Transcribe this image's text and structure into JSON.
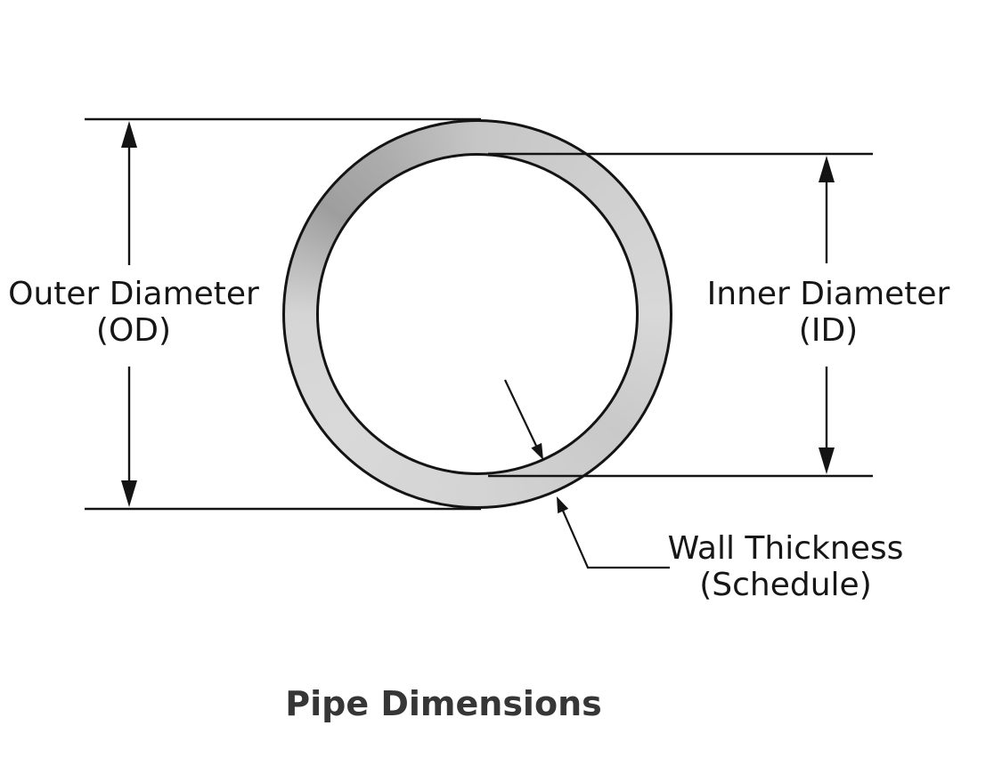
{
  "diagram": {
    "title": "Pipe Dimensions",
    "labels": {
      "outer_diameter": {
        "line1": "Outer Diameter",
        "line2": "(OD)"
      },
      "inner_diameter": {
        "line1": "Inner Diameter",
        "line2": "(ID)"
      },
      "wall_thickness": {
        "line1": "Wall Thickness",
        "line2": "(Schedule)"
      }
    },
    "colors": {
      "background": "#ffffff",
      "line": "#141414",
      "label_text": "#161616",
      "title_text": "#363636",
      "ring_dark": "#9e9e9e",
      "ring_light": "#d8d8d8"
    }
  }
}
